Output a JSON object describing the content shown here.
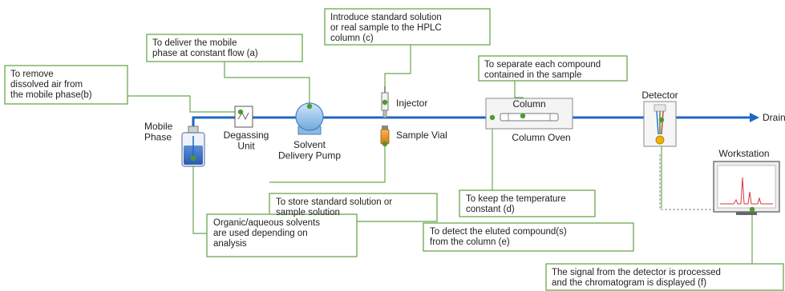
{
  "colors": {
    "flow_line": "#1f66c4",
    "callout_border": "#6aa84f",
    "callout_line": "#6aa84f",
    "dot": "#4e9a2e",
    "detector_signal_line": "#888888"
  },
  "components": {
    "mobile_phase": "Mobile\nPhase",
    "degassing_unit": "Degassing\nUnit",
    "pump": "Solvent\nDelivery Pump",
    "injector": "Injector",
    "sample_vial": "Sample Vial",
    "column": "Column",
    "column_oven": "Column Oven",
    "detector": "Detector",
    "drain": "Drain",
    "workstation": "Workstation"
  },
  "callouts": {
    "degas": "To remove\ndissolved air from\nthe mobile phase(b)",
    "pump": "To deliver the mobile\nphase at constant flow (a)",
    "injector": "Introduce standard solution\nor real sample to the HPLC\ncolumn (c)",
    "column": "To separate each compound\ncontained in the sample",
    "vial": "To store standard solution or\nsample solution",
    "oven": "To keep the temperature\nconstant (d)",
    "solvent": "Organic/aqueous solvents\nare used depending on\nanalysis",
    "detector": "To detect the eluted compound(s)\nfrom the column (e)",
    "workstation": "The signal from the detector is processed\nand the chromatogram is displayed (f)"
  },
  "icons": [
    "bottle-icon",
    "degasser-icon",
    "pump-icon",
    "injector-icon",
    "vial-icon",
    "column-icon",
    "detector-icon",
    "monitor-icon"
  ]
}
